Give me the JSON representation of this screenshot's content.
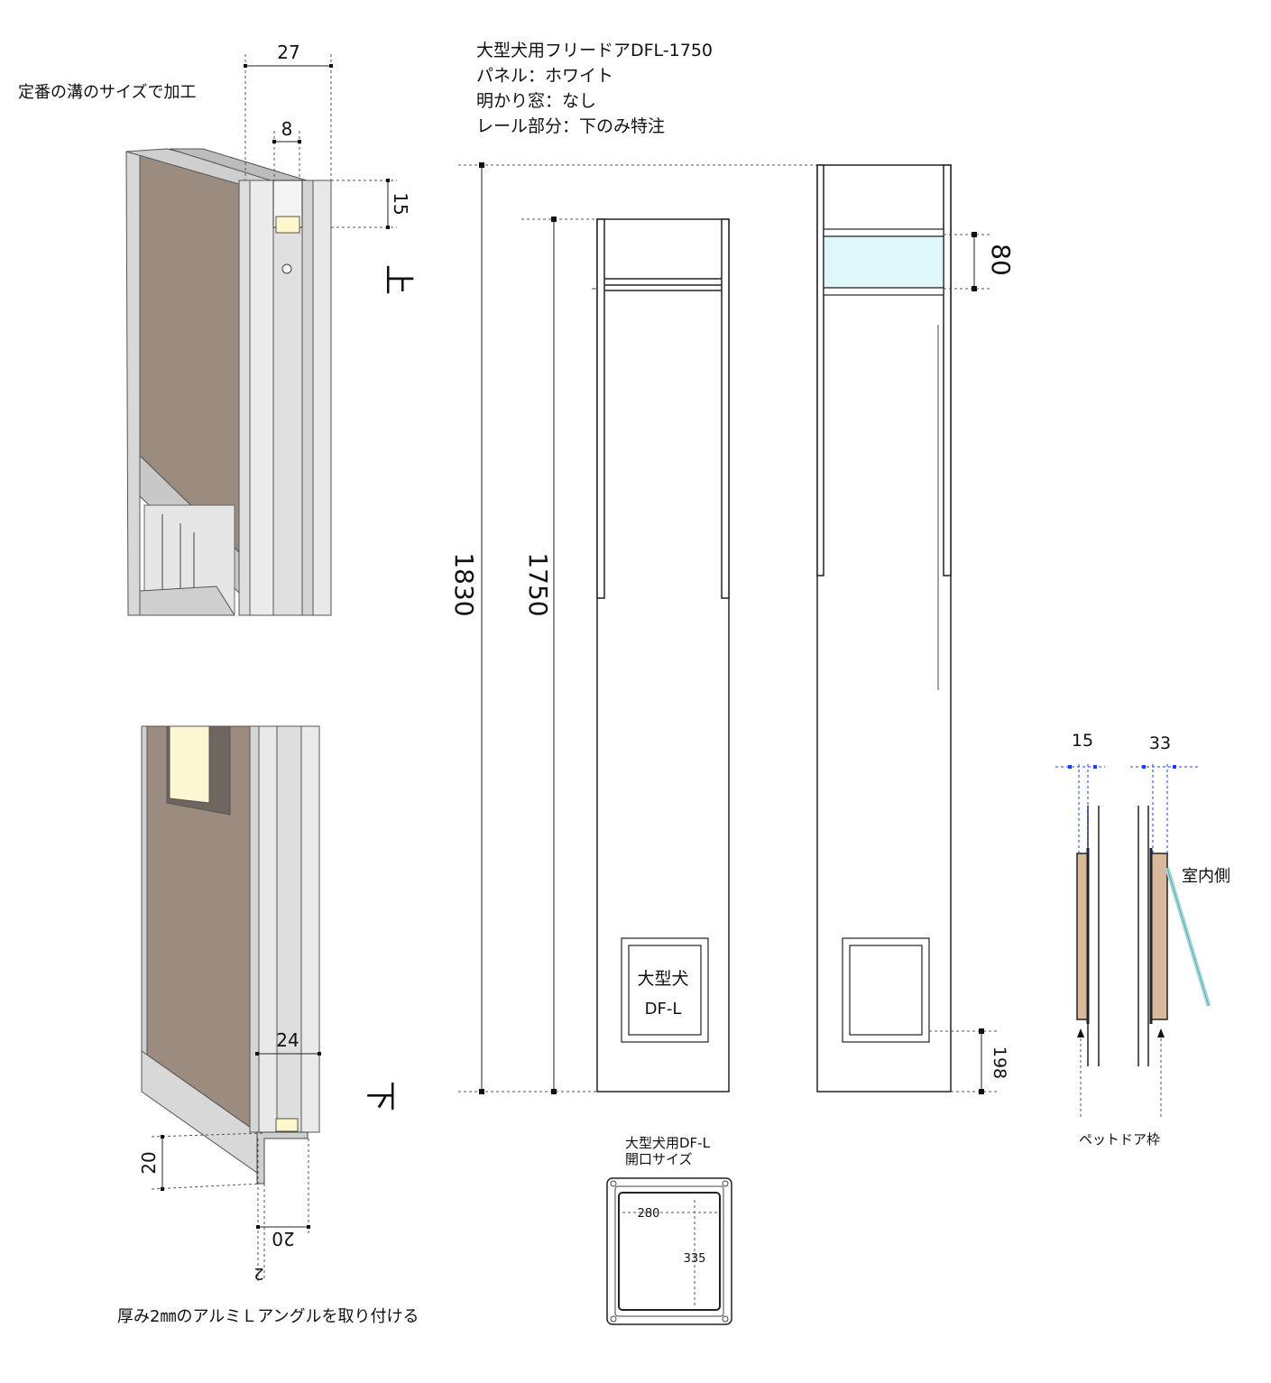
{
  "notes": {
    "groove_note": "定番の溝のサイズで加工",
    "spec_lines": [
      "大型犬用フリードアDFL-1750",
      "パネル：ホワイト",
      "明かり窓：なし",
      "レール部分：下のみ特注"
    ],
    "angle_note": "厚み2㎜のアルミＬアングルを取り付ける",
    "top_label": "上",
    "bottom_label": "下",
    "indoor_label": "室内側",
    "frame_label": "ペットドア枠",
    "flap_label_1": "大型犬",
    "flap_label_2": "DF-L",
    "opening_title_1": "大型犬用DF-L",
    "opening_title_2": "開口サイズ"
  },
  "dimensions": {
    "groove_width": "27",
    "groove_inner": "8",
    "groove_depth": "15",
    "overall_height": "1830",
    "door_height": "1750",
    "transom_height": "80",
    "flap_offset": "198",
    "rail_width": "24",
    "angle_height": "20",
    "angle_width": "20",
    "angle_thickness": "2",
    "section_a": "15",
    "section_b": "33",
    "opening_width": "280",
    "opening_height": "335"
  },
  "colors": {
    "panel": "#9c8c80",
    "frame": "#d9d9d9",
    "glass": "#dff7fa",
    "wood": "#d9b99b",
    "dim_blue": "#1a3cff",
    "flap_line": "#a8d8dc"
  }
}
